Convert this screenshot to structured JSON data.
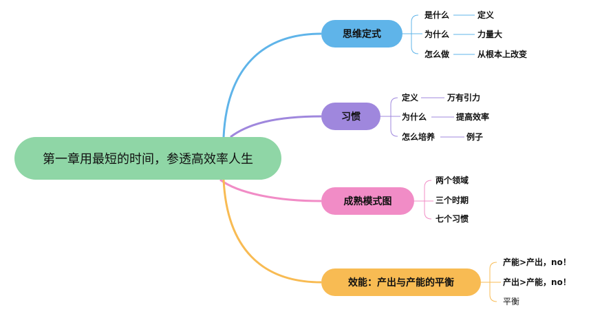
{
  "root": {
    "text": "第一章用最短的时间，参透高效率人生"
  },
  "branches": [
    {
      "label": "思维定式",
      "color": "#5fb4e9",
      "items": [
        {
          "label": "是什么",
          "child": "定义"
        },
        {
          "label": "为什么",
          "child": "力量大"
        },
        {
          "label": "怎么做",
          "child": "从根本上改变"
        }
      ]
    },
    {
      "label": "习惯",
      "color": "#9f87dd",
      "items": [
        {
          "label": "定义",
          "child": "万有引力"
        },
        {
          "label": "为什么",
          "child": "提高效率"
        },
        {
          "label": "怎么培养",
          "child": "例子"
        }
      ]
    },
    {
      "label": "成熟模式图",
      "color": "#f18cc6",
      "items": [
        {
          "label": "两个领域"
        },
        {
          "label": "三个时期"
        },
        {
          "label": "七个习惯"
        }
      ]
    },
    {
      "label": "效能：产出与产能的平衡",
      "color": "#f8bb53",
      "items": [
        {
          "label": "产能>产出，no！"
        },
        {
          "label": "产出>产能，no！"
        },
        {
          "label": "平衡"
        }
      ]
    }
  ]
}
